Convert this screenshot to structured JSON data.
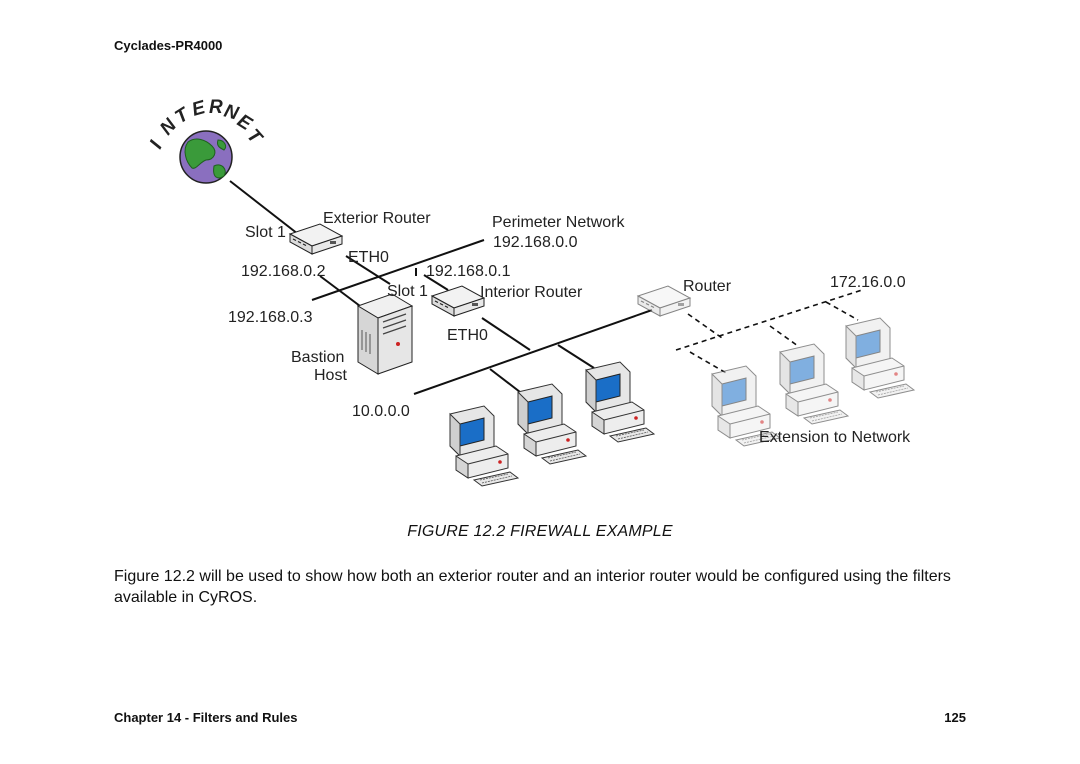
{
  "header": {
    "title": "Cyclades-PR4000"
  },
  "diagram": {
    "internet_letters": [
      "I",
      "N",
      "T",
      "E",
      "R",
      "N",
      "E",
      "T"
    ],
    "labels": {
      "slot1_exterior": "Slot 1",
      "exterior_router": "Exterior Router",
      "eth0_exterior": "ETH0",
      "ip_exterior": "192.168.0.2",
      "perimeter_network": "Perimeter Network",
      "perimeter_ip": "192.168.0.0",
      "ip_interior": "192.168.0.1",
      "slot1_interior": "Slot 1",
      "interior_router": "Interior Router",
      "ip_bastion": "192.168.0.3",
      "eth0_interior": "ETH0",
      "bastion": "Bastion",
      "host": "Host",
      "internal_network": "10.0.0.0",
      "router": "Router",
      "extension_ip": "172.16.0.0",
      "extension_network": "Extension to Network"
    }
  },
  "caption": "FIGURE 12.2  FIREWALL EXAMPLE",
  "body_text": "Figure 12.2  will be used to show how both an exterior router and an interior router would be configured using the filters available in CyROS.",
  "footer": {
    "chapter": "Chapter 14 - Filters and Rules",
    "page_number": "125"
  }
}
